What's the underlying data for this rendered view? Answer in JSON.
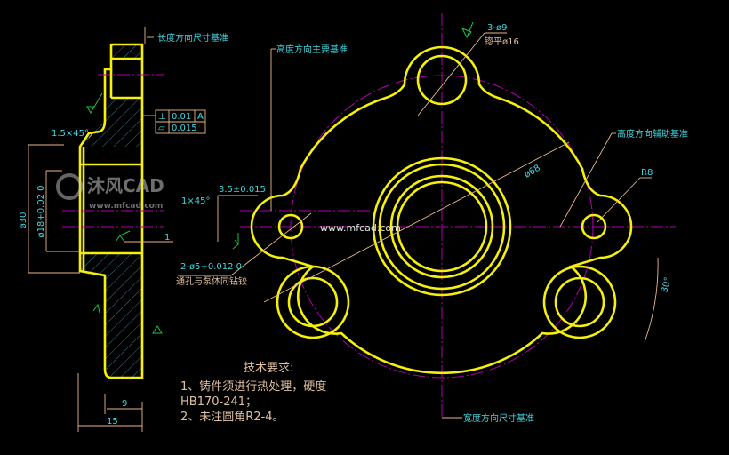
{
  "drawing": {
    "left_view": {
      "length_datum_label": "长度方向尺寸基准",
      "chamfer_top": "1.5×45°",
      "chamfer_bore": "1×45°",
      "tolerance_perpendicularity": "0.01",
      "tolerance_datum": "A",
      "tolerance_flatness": "0.015",
      "dim_outer_diameter": "ø30",
      "dim_bore_diameter": "ø18+0.02 0",
      "dim_1": "1",
      "dim_9": "9",
      "dim_15": "15"
    },
    "front_view": {
      "height_main_datum_label": "高度方向主要基准",
      "height_aux_datum_label": "高度方向辅助基准",
      "width_datum_label": "宽度方向尺寸基准",
      "holes_label": "3-ø9",
      "spotface_label": "锪平ø16",
      "dim_68": "ø68",
      "dim_r8": "R8",
      "dim_3_5": "3.5±0.015",
      "pin_holes_label": "2-ø5+0.012 0",
      "pin_holes_note": "通孔与泵体同钻铰",
      "angle_30": "30°",
      "watermark_url": "www.mfcad.com"
    },
    "technical_requirements": {
      "title": "技术要求:",
      "line1": "1、铸件须进行热处理，硬度",
      "line2": "HB170-241；",
      "line3": "2、未注圆角R2-4。"
    },
    "watermark": {
      "logo_text": "沐风CAD",
      "url": "www.mfcad.com"
    },
    "colors": {
      "outline": "#f5f00a",
      "centerline": "#b000b0",
      "dimension": "#e8b888",
      "text_cyan": "#40d8e0",
      "background": "#000000"
    }
  }
}
